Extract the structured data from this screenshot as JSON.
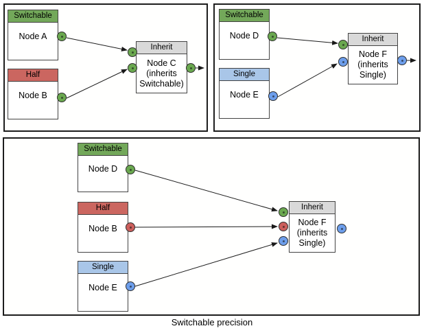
{
  "caption": "Switchable precision",
  "colors": {
    "switchable_green": "#73a85a",
    "half_red": "#cb6660",
    "single_blue": "#a9c6e8",
    "inherit_gray": "#d9d9d9",
    "port_green": "#6aa84f",
    "port_red": "#cc5f5c",
    "port_blue": "#6d9eeb",
    "panel_border": "#1c1c1c"
  },
  "panels": [
    {
      "nodes": [
        {
          "header": "Switchable",
          "body": "Node A",
          "out_port": "green"
        },
        {
          "header": "Half",
          "body": "Node B",
          "out_port": "green"
        },
        {
          "header": "Inherit",
          "body": "Node C (inherits Switchable)",
          "in_ports": [
            "green",
            "green"
          ],
          "out_port": "green"
        }
      ]
    },
    {
      "nodes": [
        {
          "header": "Switchable",
          "body": "Node D",
          "out_port": "green"
        },
        {
          "header": "Single",
          "body": "Node E",
          "out_port": "blue"
        },
        {
          "header": "Inherit",
          "body": "Node F (inherits Single)",
          "in_ports": [
            "green",
            "blue"
          ],
          "out_port": "blue"
        }
      ]
    },
    {
      "nodes": [
        {
          "header": "Switchable",
          "body": "Node D",
          "out_port": "green"
        },
        {
          "header": "Half",
          "body": "Node B",
          "out_port": "red"
        },
        {
          "header": "Single",
          "body": "Node E",
          "out_port": "blue"
        },
        {
          "header": "Inherit",
          "body": "Node F (inherits Single)",
          "in_ports": [
            "green",
            "red",
            "blue"
          ],
          "out_port": "blue"
        }
      ]
    }
  ],
  "edges": [
    {
      "panel": 0,
      "from": "Node A",
      "to": "Node C"
    },
    {
      "panel": 0,
      "from": "Node B",
      "to": "Node C"
    },
    {
      "panel": 0,
      "from": "Node C",
      "to": "(output)"
    },
    {
      "panel": 1,
      "from": "Node D",
      "to": "Node F"
    },
    {
      "panel": 1,
      "from": "Node E",
      "to": "Node F"
    },
    {
      "panel": 1,
      "from": "Node F",
      "to": "(output)"
    },
    {
      "panel": 2,
      "from": "Node D",
      "to": "Node F"
    },
    {
      "panel": 2,
      "from": "Node B",
      "to": "Node F"
    },
    {
      "panel": 2,
      "from": "Node E",
      "to": "Node F"
    }
  ]
}
